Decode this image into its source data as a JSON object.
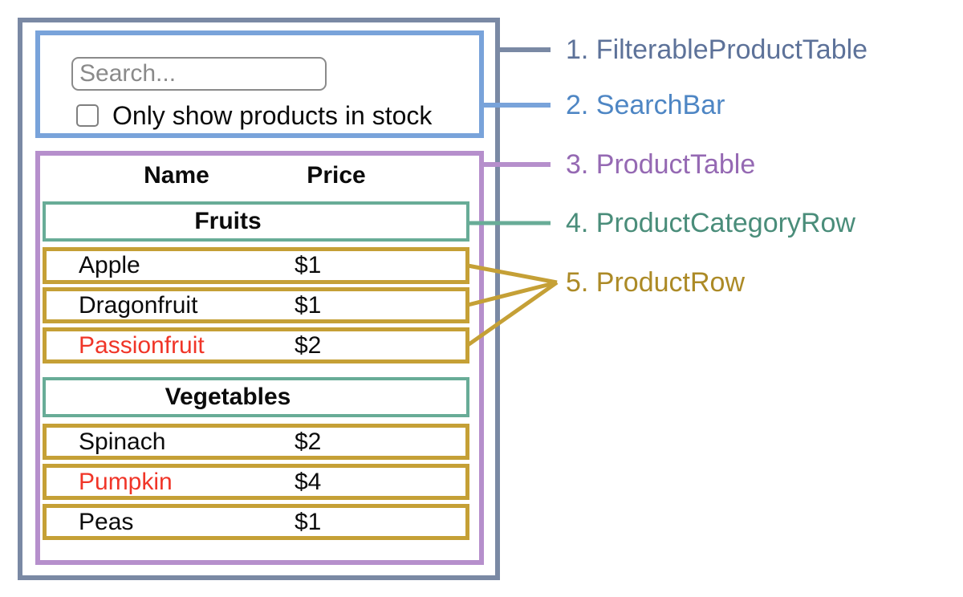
{
  "colors": {
    "filterable_product_table": "#7A89A4",
    "filterable_product_table_text": "#5D7299",
    "search_bar": "#79A3DA",
    "search_bar_text": "#4E86C4",
    "product_table": "#B68FCC",
    "product_table_text": "#9569B3",
    "product_category_row": "#68AC97",
    "product_category_row_text": "#4A8D7A",
    "product_row": "#C5A036",
    "product_row_text": "#AC8A26",
    "out_of_stock_text": "#F03528",
    "input_border": "#8A8A8A"
  },
  "search_bar": {
    "placeholder": "Search...",
    "checkbox_label": "Only show products in stock",
    "checkbox_checked": false
  },
  "product_table": {
    "name_header": "Name",
    "price_header": "Price"
  },
  "sections": [
    {
      "category": "Fruits",
      "rows": [
        {
          "name": "Apple",
          "price": "$1",
          "in_stock": true
        },
        {
          "name": "Dragonfruit",
          "price": "$1",
          "in_stock": true
        },
        {
          "name": "Passionfruit",
          "price": "$2",
          "in_stock": false
        }
      ]
    },
    {
      "category": "Vegetables",
      "rows": [
        {
          "name": "Spinach",
          "price": "$2",
          "in_stock": true
        },
        {
          "name": "Pumpkin",
          "price": "$4",
          "in_stock": false
        },
        {
          "name": "Peas",
          "price": "$1",
          "in_stock": true
        }
      ]
    }
  ],
  "legend": [
    {
      "label": "1. FilterableProductTable"
    },
    {
      "label": "2. SearchBar"
    },
    {
      "label": "3. ProductTable"
    },
    {
      "label": "4. ProductCategoryRow"
    },
    {
      "label": "5. ProductRow"
    }
  ]
}
